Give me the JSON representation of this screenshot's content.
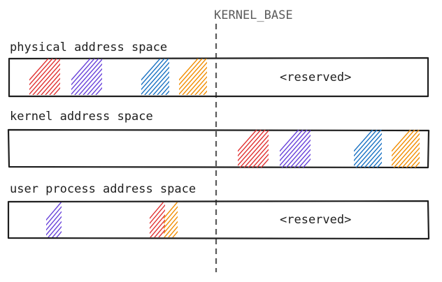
{
  "title": "KERNEL_BASE",
  "colors": {
    "red": "#e03131",
    "purple": "#6741d9",
    "blue": "#1971c2",
    "orange": "#f08c00",
    "stroke": "#1e1e1e",
    "divider": "#5b5b5b"
  },
  "rows": [
    {
      "label": "physical address space",
      "reserved_label": "<reserved>",
      "blocks": [
        "red",
        "purple",
        "blue",
        "orange"
      ]
    },
    {
      "label": "kernel address space",
      "reserved_label": "",
      "blocks": [
        "red",
        "purple",
        "blue",
        "orange"
      ]
    },
    {
      "label": "user process address space",
      "reserved_label": "<reserved>",
      "blocks": [
        "purple",
        "red",
        "orange"
      ]
    }
  ]
}
